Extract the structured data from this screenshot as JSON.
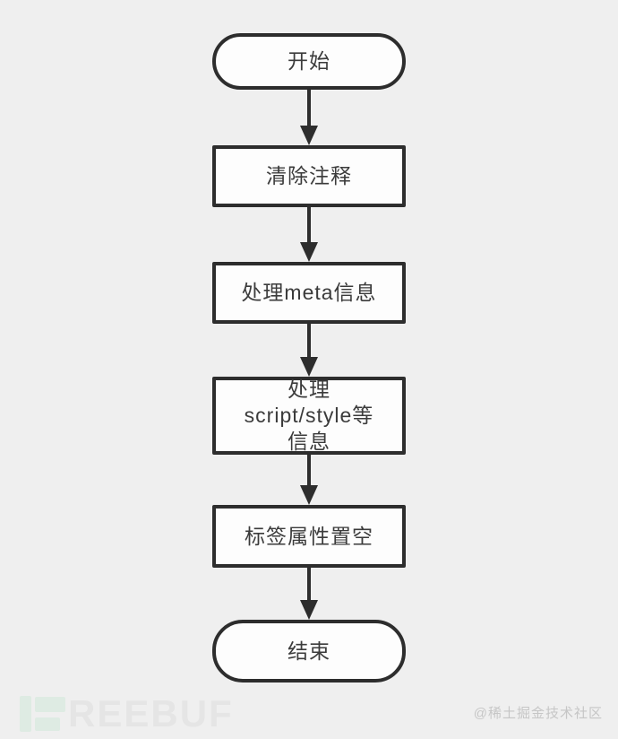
{
  "diagram": {
    "nodes": [
      {
        "id": "start",
        "type": "stadium",
        "label": "开始"
      },
      {
        "id": "clear-comments",
        "type": "rect",
        "label": "清除注释"
      },
      {
        "id": "process-meta",
        "type": "rect",
        "label": "处理meta信息"
      },
      {
        "id": "process-script-style",
        "type": "rect",
        "label": "处理\nscript/style等\n信息"
      },
      {
        "id": "empty-tag-attrs",
        "type": "rect",
        "label": "标签属性置空"
      },
      {
        "id": "end",
        "type": "stadium",
        "label": "结束"
      }
    ],
    "connections": [
      {
        "from": "start",
        "to": "clear-comments"
      },
      {
        "from": "clear-comments",
        "to": "process-meta"
      },
      {
        "from": "process-meta",
        "to": "process-script-style"
      },
      {
        "from": "process-script-style",
        "to": "empty-tag-attrs"
      },
      {
        "from": "empty-tag-attrs",
        "to": "end"
      }
    ]
  },
  "footer": {
    "brand_text": "REEBUF",
    "watermark": "@稀土掘金技术社区"
  },
  "colors": {
    "background": "#efefef",
    "node_fill": "#fdfdfd",
    "node_border": "#2d2d2d",
    "node_text": "#3b3b3b",
    "arrow": "#2d2d2d",
    "brand_teal": "#deebe3",
    "brand_letters": "#e5e5e5",
    "watermark_text": "#c6c6c6"
  }
}
